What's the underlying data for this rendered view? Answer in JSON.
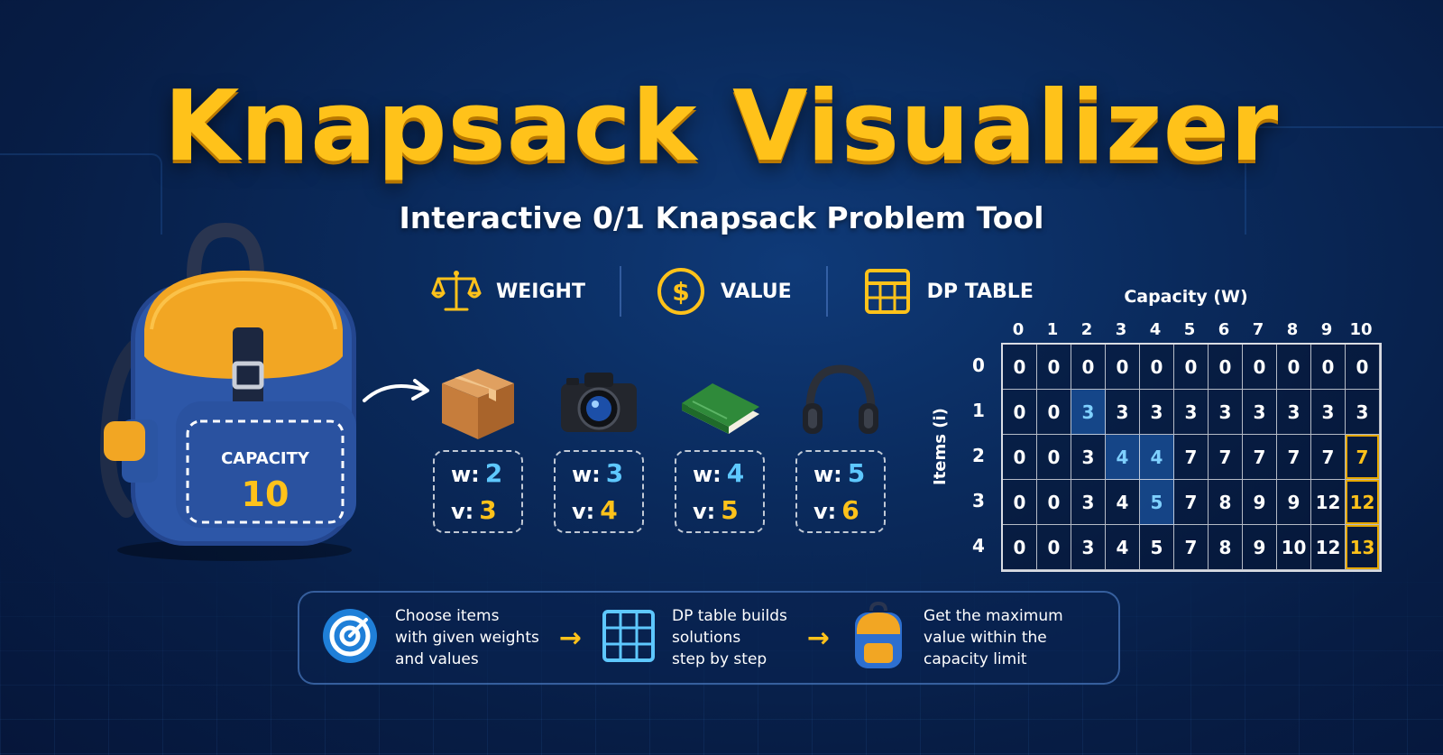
{
  "header": {
    "title": "Knapsack Visualizer",
    "subtitle": "Interactive 0/1 Knapsack Problem Tool"
  },
  "legend": [
    {
      "label": "WEIGHT",
      "icon": "scale-icon"
    },
    {
      "label": "VALUE",
      "icon": "dollar-coin-icon"
    },
    {
      "label": "DP TABLE",
      "icon": "table-icon"
    }
  ],
  "backpack": {
    "capacity_label": "CAPACITY",
    "capacity_value": "10"
  },
  "items": [
    {
      "icon": "box-icon",
      "w_label": "w:",
      "w": "2",
      "v_label": "v:",
      "v": "3"
    },
    {
      "icon": "camera-icon",
      "w_label": "w:",
      "w": "3",
      "v_label": "v:",
      "v": "4"
    },
    {
      "icon": "book-icon",
      "w_label": "w:",
      "w": "4",
      "v_label": "v:",
      "v": "5"
    },
    {
      "icon": "headphones-icon",
      "w_label": "w:",
      "w": "5",
      "v_label": "v:",
      "v": "6"
    }
  ],
  "dp_table": {
    "capacity_axis_label": "Capacity (W)",
    "items_axis_label": "Items (i)",
    "columns": [
      "0",
      "1",
      "2",
      "3",
      "4",
      "5",
      "6",
      "7",
      "8",
      "9",
      "10"
    ],
    "rows": [
      "0",
      "1",
      "2",
      "3",
      "4"
    ],
    "cells": [
      [
        "0",
        "0",
        "0",
        "0",
        "0",
        "0",
        "0",
        "0",
        "0",
        "0",
        "0"
      ],
      [
        "0",
        "0",
        "3",
        "3",
        "3",
        "3",
        "3",
        "3",
        "3",
        "3",
        "3"
      ],
      [
        "0",
        "0",
        "3",
        "4",
        "4",
        "7",
        "7",
        "7",
        "7",
        "7",
        "7"
      ],
      [
        "0",
        "0",
        "3",
        "4",
        "5",
        "7",
        "8",
        "9",
        "9",
        "12",
        "12"
      ],
      [
        "0",
        "0",
        "3",
        "4",
        "5",
        "7",
        "8",
        "9",
        "10",
        "12",
        "13"
      ]
    ],
    "highlights": {
      "blue": [
        [
          1,
          2
        ],
        [
          2,
          3
        ],
        [
          2,
          4
        ],
        [
          3,
          4
        ]
      ],
      "gold": [
        [
          2,
          10
        ],
        [
          3,
          10
        ],
        [
          4,
          10
        ]
      ]
    }
  },
  "flow": [
    {
      "icon": "target-icon",
      "text": "Choose items\nwith given weights\nand values"
    },
    {
      "icon": "grid-icon",
      "text": "DP table builds\nsolutions\nstep by step"
    },
    {
      "icon": "backpack-icon",
      "text": "Get the maximum\nvalue within the\ncapacity limit"
    }
  ],
  "colors": {
    "accent_gold": "#ffc21a",
    "accent_blue": "#5ec8ff",
    "background": "#0a2a5c"
  }
}
